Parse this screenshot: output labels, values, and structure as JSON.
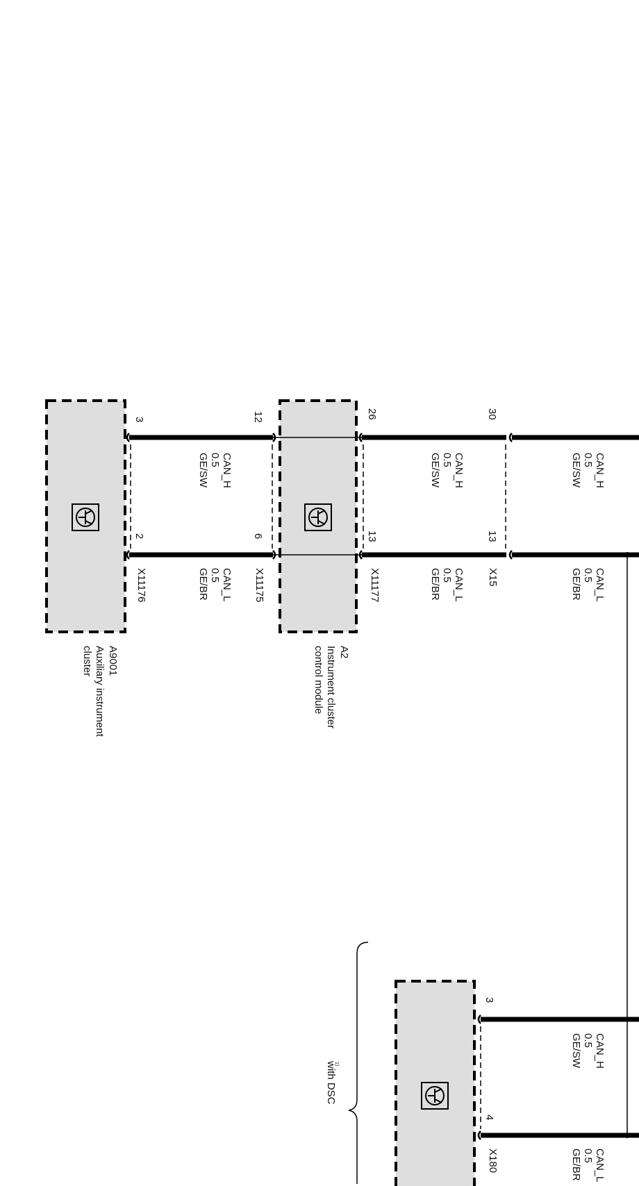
{
  "modules": [
    {
      "id": "A9001",
      "name_line1": "Auxiliary instrument",
      "name_line2": "cluster"
    },
    {
      "id": "A2",
      "name_line1": "Instrument cluster",
      "name_line2": "control module"
    },
    {
      "id": "",
      "name_line1": "",
      "name_line2": ""
    }
  ],
  "pins": {
    "a9001_h": "3",
    "a9001_l": "2",
    "a2_in_h": "12",
    "a2_in_l": "6",
    "a2_out_h": "26",
    "a2_out_l": "13",
    "x15_h": "30",
    "x15_l": "13",
    "dsc_h": "3",
    "dsc_l": "4"
  },
  "connectors": {
    "x11176": "X11176",
    "x11175": "X11175",
    "x11177": "X11177",
    "x15": "X15",
    "x180": "X180"
  },
  "wires": {
    "h_name": "CAN_H",
    "l_name": "CAN_L",
    "size": "0.5",
    "h_color": "GE/SW",
    "l_color": "GE/BR"
  },
  "notes": {
    "with_dsc": "with DSC",
    "footnote_mark": "1)"
  },
  "colors": {
    "module_fill": "#dedede",
    "line": "#000000"
  }
}
